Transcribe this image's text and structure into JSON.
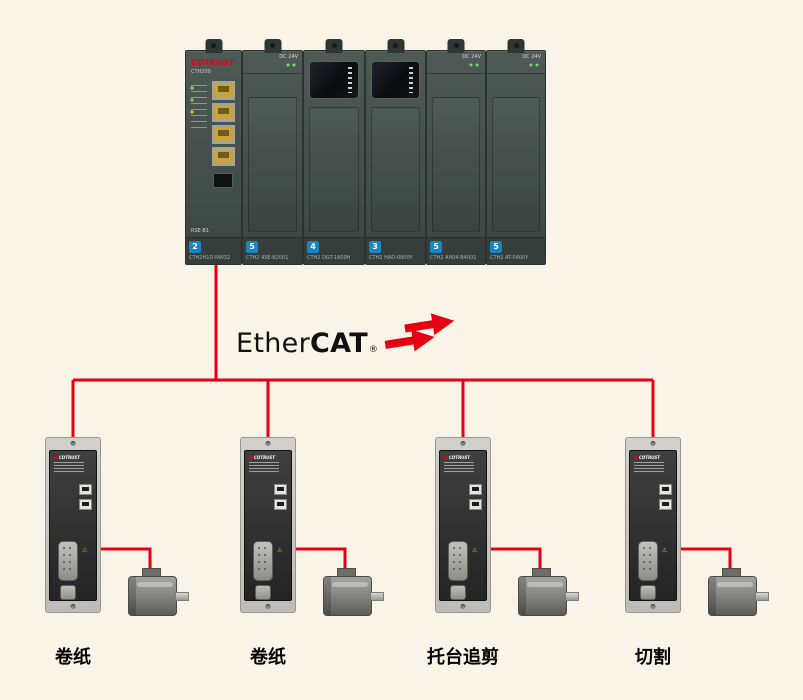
{
  "colors": {
    "background": "#faf4e8",
    "accent_red": "#e60012",
    "badge_blue": "#1b85c4"
  },
  "plc": {
    "brand": "COTRUST",
    "series": "CTH200",
    "cpu_port_label": "RSE-B1",
    "modules": [
      {
        "badge": "2",
        "model": "CTH2H1D-NW32"
      },
      {
        "badge": "5",
        "model": "CTH2 4SE-B2001",
        "top_label": "DC 24V"
      },
      {
        "badge": "4",
        "model": "CTH2 DGT-1600H"
      },
      {
        "badge": "3",
        "model": "CTH2 HAD-0800Y"
      },
      {
        "badge": "5",
        "model": "CTH2 AH04-B4001",
        "top_label": "DC 24V"
      },
      {
        "badge": "5",
        "model": "CTH2 AT-0400Y",
        "top_label": "DC 24V"
      }
    ]
  },
  "ethercat": {
    "prefix": "Ether",
    "suffix": "CAT",
    "registered": "®"
  },
  "drive": {
    "brand": "COTRUST"
  },
  "units": [
    {
      "label": "卷纸"
    },
    {
      "label": "卷纸"
    },
    {
      "label": "托台追剪"
    },
    {
      "label": "切割"
    }
  ]
}
